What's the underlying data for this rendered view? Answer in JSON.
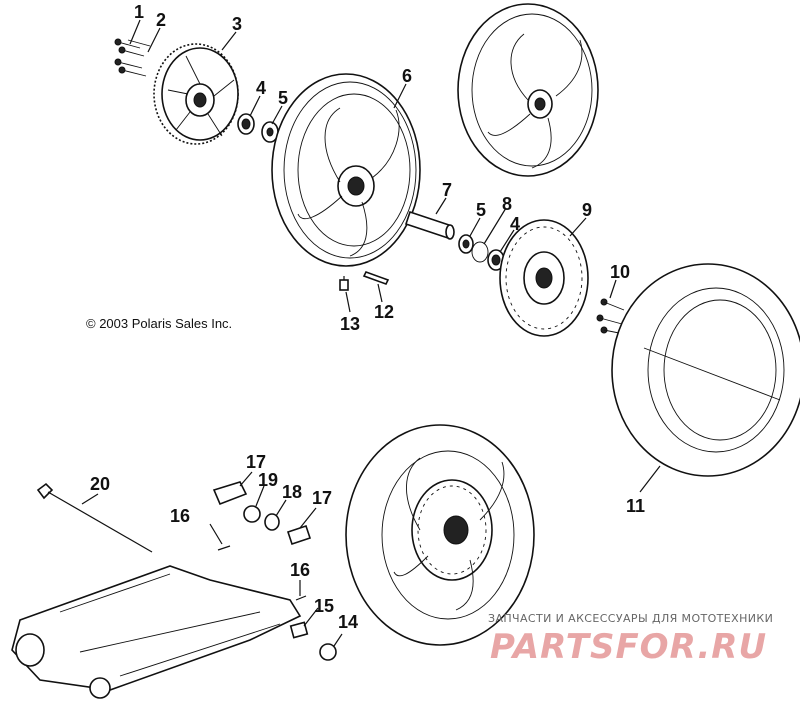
{
  "diagram": {
    "copyright": "© 2003 Polaris Sales Inc.",
    "callouts": [
      "1",
      "2",
      "3",
      "4",
      "5",
      "6",
      "7",
      "5",
      "8",
      "4",
      "9",
      "10",
      "11",
      "12",
      "13",
      "14",
      "15",
      "16",
      "16",
      "17",
      "17",
      "18",
      "19",
      "20"
    ],
    "watermark": {
      "subtitle": "ЗАПЧАСТИ И АКСЕССУАРЫ ДЛЯ МОТОТЕХНИКИ",
      "brand": "PARTSFOR.RU",
      "color": "#d94a4a"
    }
  }
}
